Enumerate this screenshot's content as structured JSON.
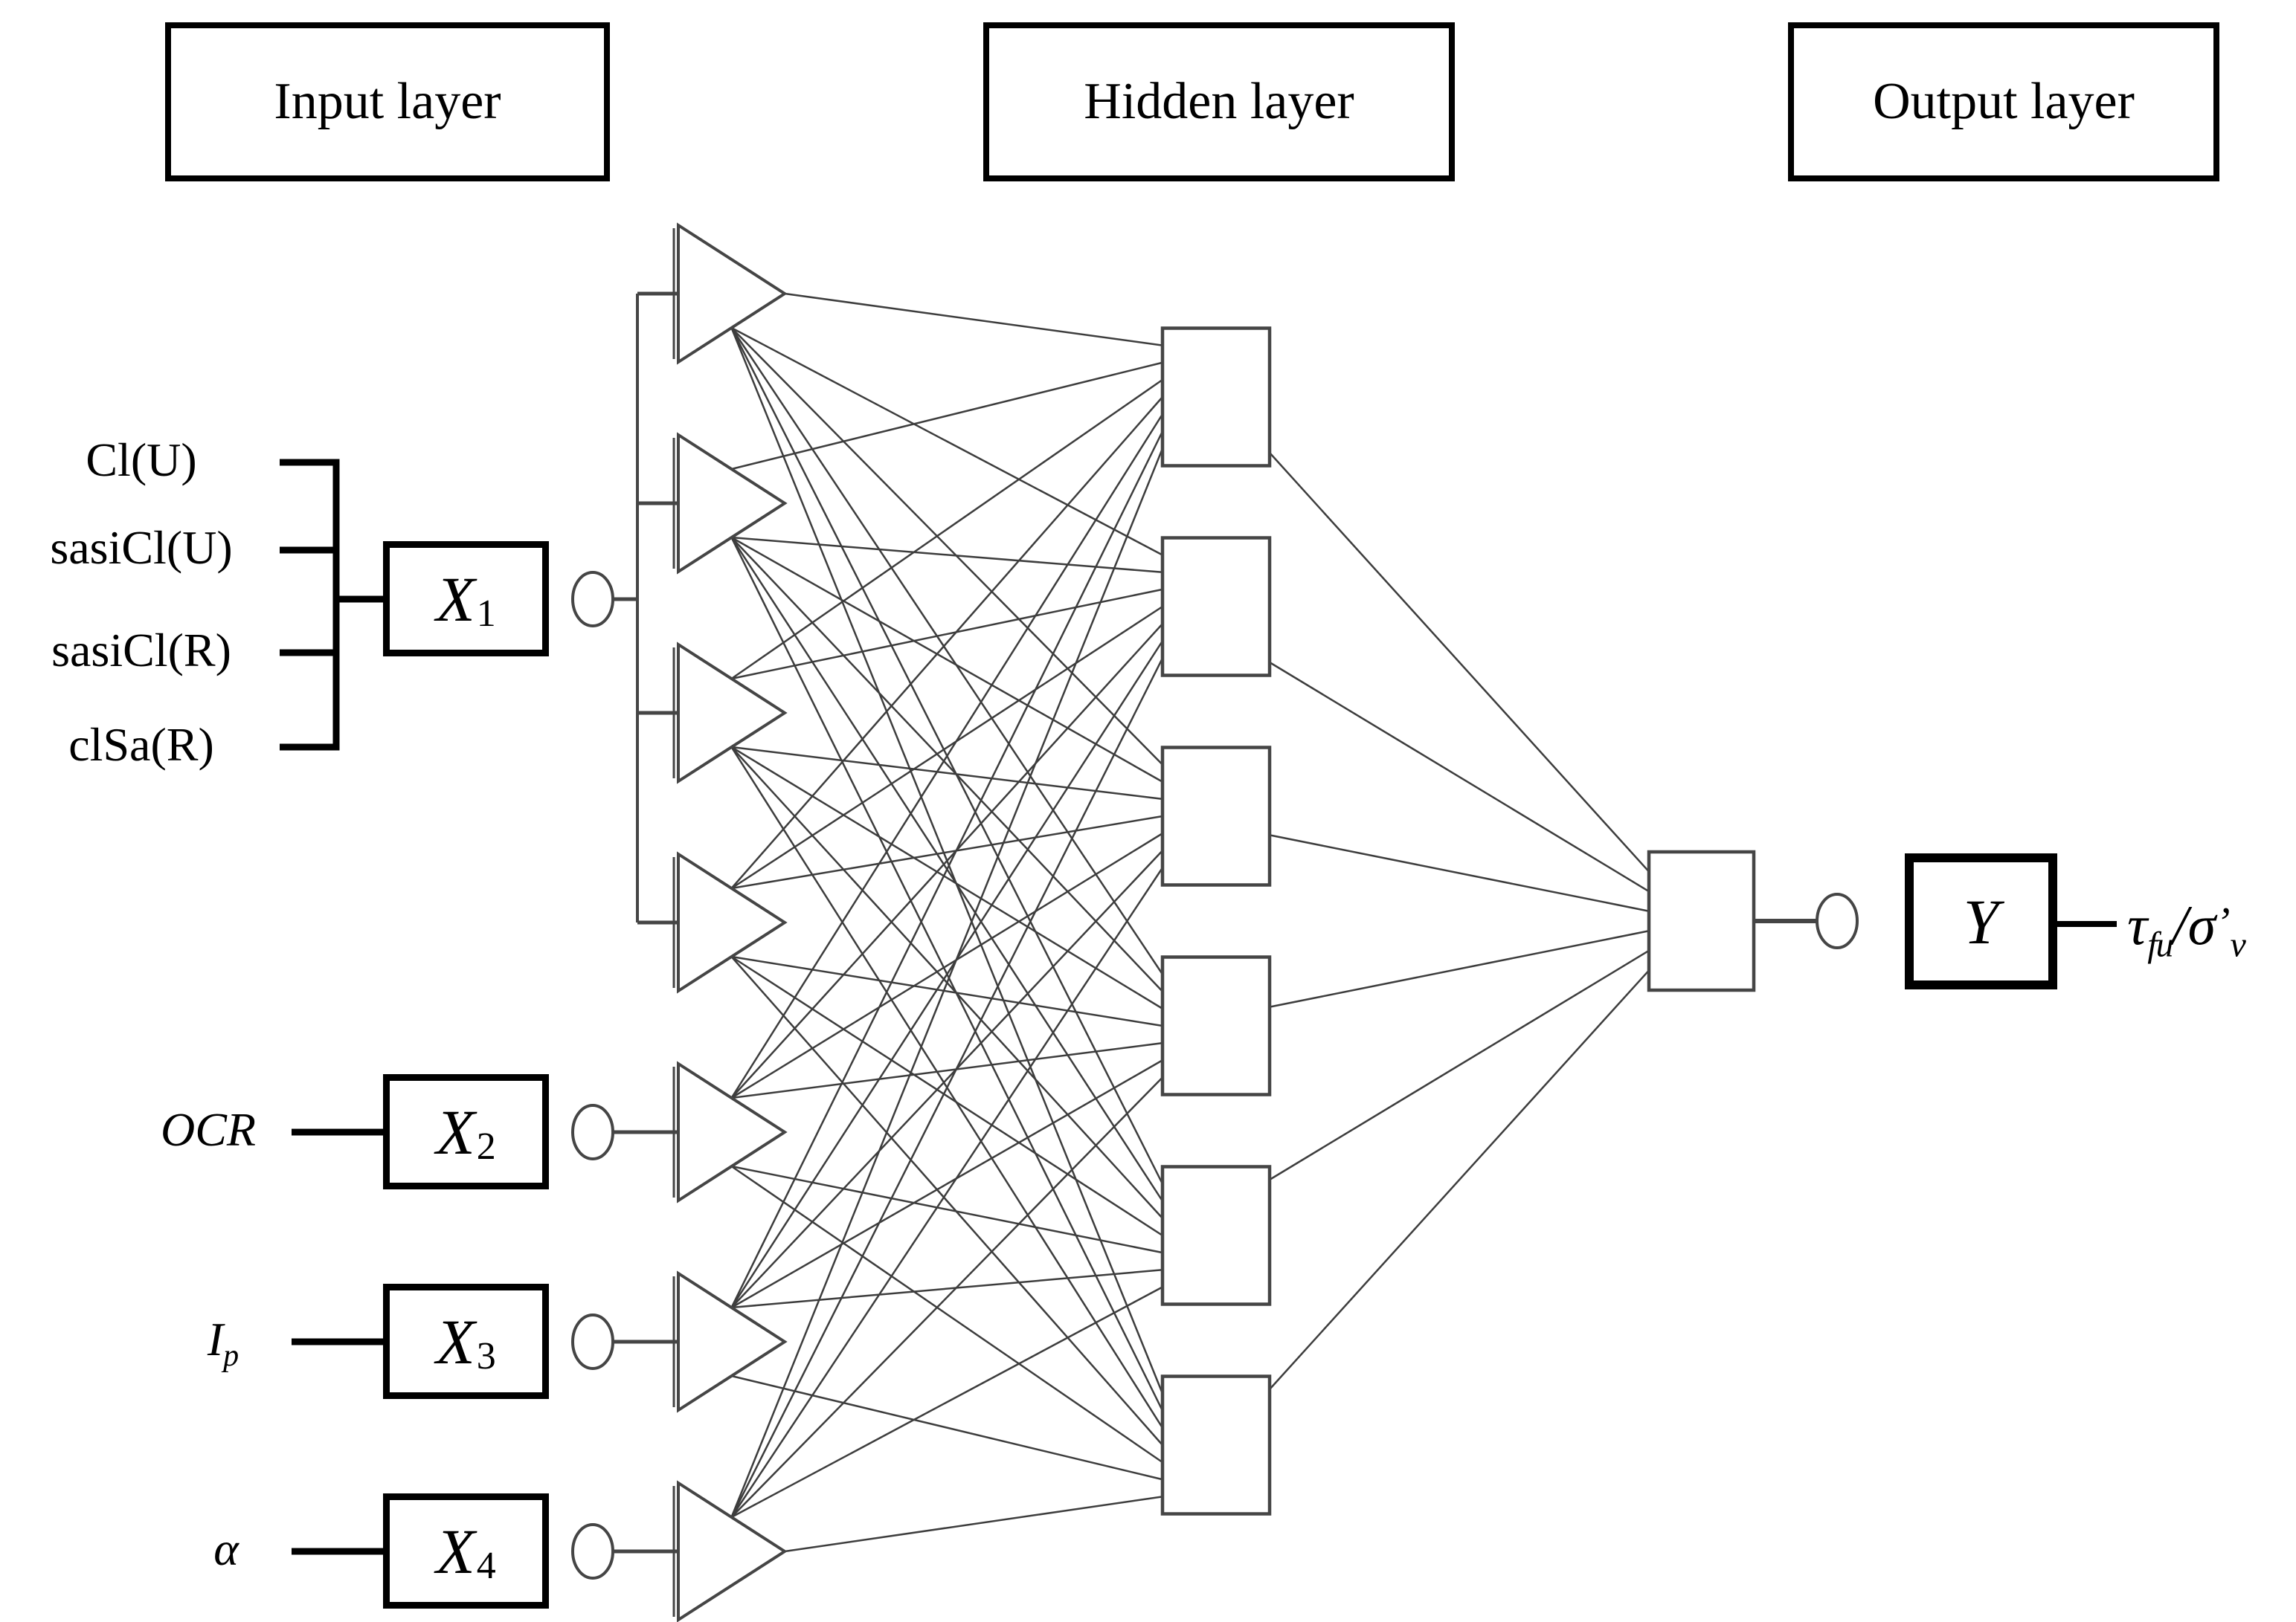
{
  "figure": {
    "layer_headers": {
      "input": "Input layer",
      "hidden": "Hidden layer",
      "output": "Output layer"
    },
    "input_variables": {
      "group1": [
        "Cl(U)",
        "sasiCl(U)",
        "sasiCl(R)",
        "clSa(R)"
      ],
      "ocr": "OCR",
      "ip": {
        "base": "I",
        "sub": "p"
      },
      "alpha": "α"
    },
    "input_nodes": [
      {
        "base": "X",
        "sub": "1"
      },
      {
        "base": "X",
        "sub": "2"
      },
      {
        "base": "X",
        "sub": "3"
      },
      {
        "base": "X",
        "sub": "4"
      }
    ],
    "output_node": {
      "label": "Y"
    },
    "output_expression": {
      "tau": "τ",
      "tau_sub": "fu",
      "slash": "/",
      "sigma": "σ",
      "prime": "’",
      "sigma_sub": "v"
    },
    "network": {
      "input_neuron_count": 7,
      "hidden_neuron_count": 6,
      "output_neuron_count": 1
    },
    "colors": {
      "ink": "#000000",
      "shape_stroke": "#454545",
      "connector_stroke": "#3d3d3d"
    }
  }
}
